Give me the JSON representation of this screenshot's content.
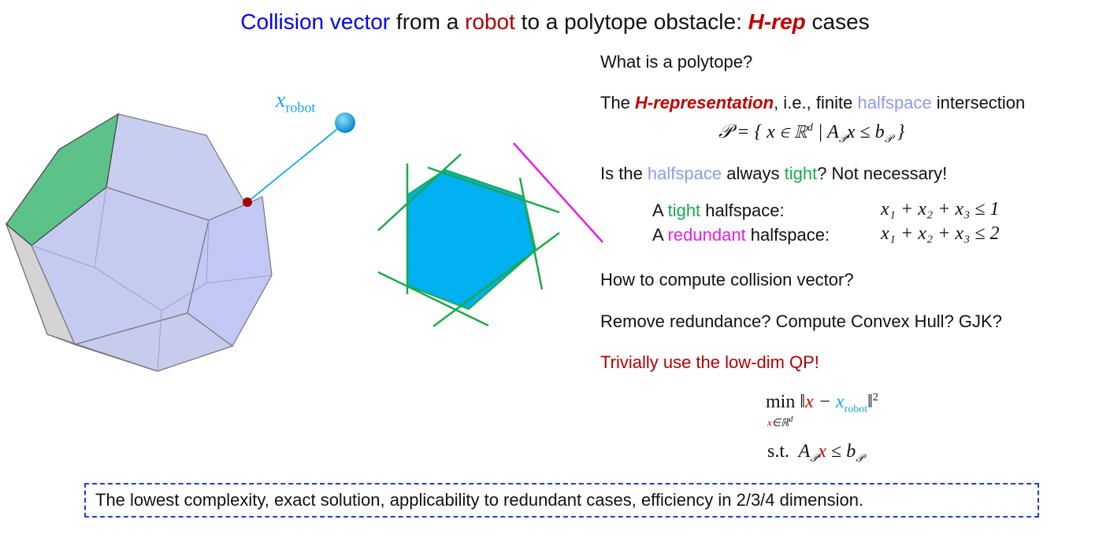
{
  "title": {
    "part1": "Collision vector",
    "part2": " from a ",
    "part3": "robot",
    "part4": " to a polytope obstacle: ",
    "part5": "H-rep",
    "part6": " cases"
  },
  "robot_label": {
    "base": "x",
    "sub": "robot"
  },
  "text": {
    "q1": "What is a polytope?",
    "hrep_pre": "The ",
    "hrep_bold": "H-representation",
    "hrep_mid": ", i.e., finite ",
    "hrep_half": "halfspace",
    "hrep_post": " intersection",
    "tight_q_pre": "Is the ",
    "tight_q_half": "halfspace",
    "tight_q_mid": " always ",
    "tight_q_tight": "tight",
    "tight_q_post": "? Not necessary!",
    "tight_line_a": "A ",
    "tight_line_word": "tight",
    "tight_line_post": " halfspace:",
    "red_line_a": "A ",
    "red_line_word": "redundant",
    "red_line_post": " halfspace:",
    "q_compute": "How to compute collision vector?",
    "q_remove": "Remove redundance? Compute Convex Hull? GJK?",
    "answer": "Trivially use the low-dim QP!"
  },
  "math": {
    "set_def": "𝒫 = { x ∈ ℝ",
    "set_def_sup": "d",
    "set_def_rest": " | A",
    "set_def_sub1": "𝒫",
    "set_def_rest2": "x ≤ b",
    "set_def_sub2": "𝒫",
    "set_def_close": " }",
    "tight_ineq": "x₁ + x₂ + x₃ ≤ 1",
    "redundant_ineq": "x₁ + x₂ + x₃ ≤ 2",
    "qp_min": "min",
    "qp_under_x": "x",
    "qp_under_rest": "∈ℝ",
    "qp_under_sup": "d",
    "qp_norm_open": "‖",
    "qp_x": "x",
    "qp_minus": " − ",
    "qp_xr": "x",
    "qp_xr_sub": "robot",
    "qp_norm_close": "‖",
    "qp_sq": "2",
    "qp_st": "s.t.",
    "qp_A": "A",
    "qp_A_sub": "𝒫",
    "qp_cx": "x",
    "qp_le": " ≤ b",
    "qp_b_sub": "𝒫"
  },
  "footer": "The lowest complexity, exact solution, applicability to redundant cases, efficiency in 2/3/4 dimension.",
  "colors": {
    "blue": "#0000ee",
    "red": "#b00000",
    "lavender": "#8c9ee8",
    "green": "#1aaa4a",
    "magenta": "#e61ee6",
    "cyan": "#13a9df",
    "pentagon": "#00b0f0",
    "polytope_face": "#c5cbf0",
    "green_face": "#5cc28a"
  }
}
